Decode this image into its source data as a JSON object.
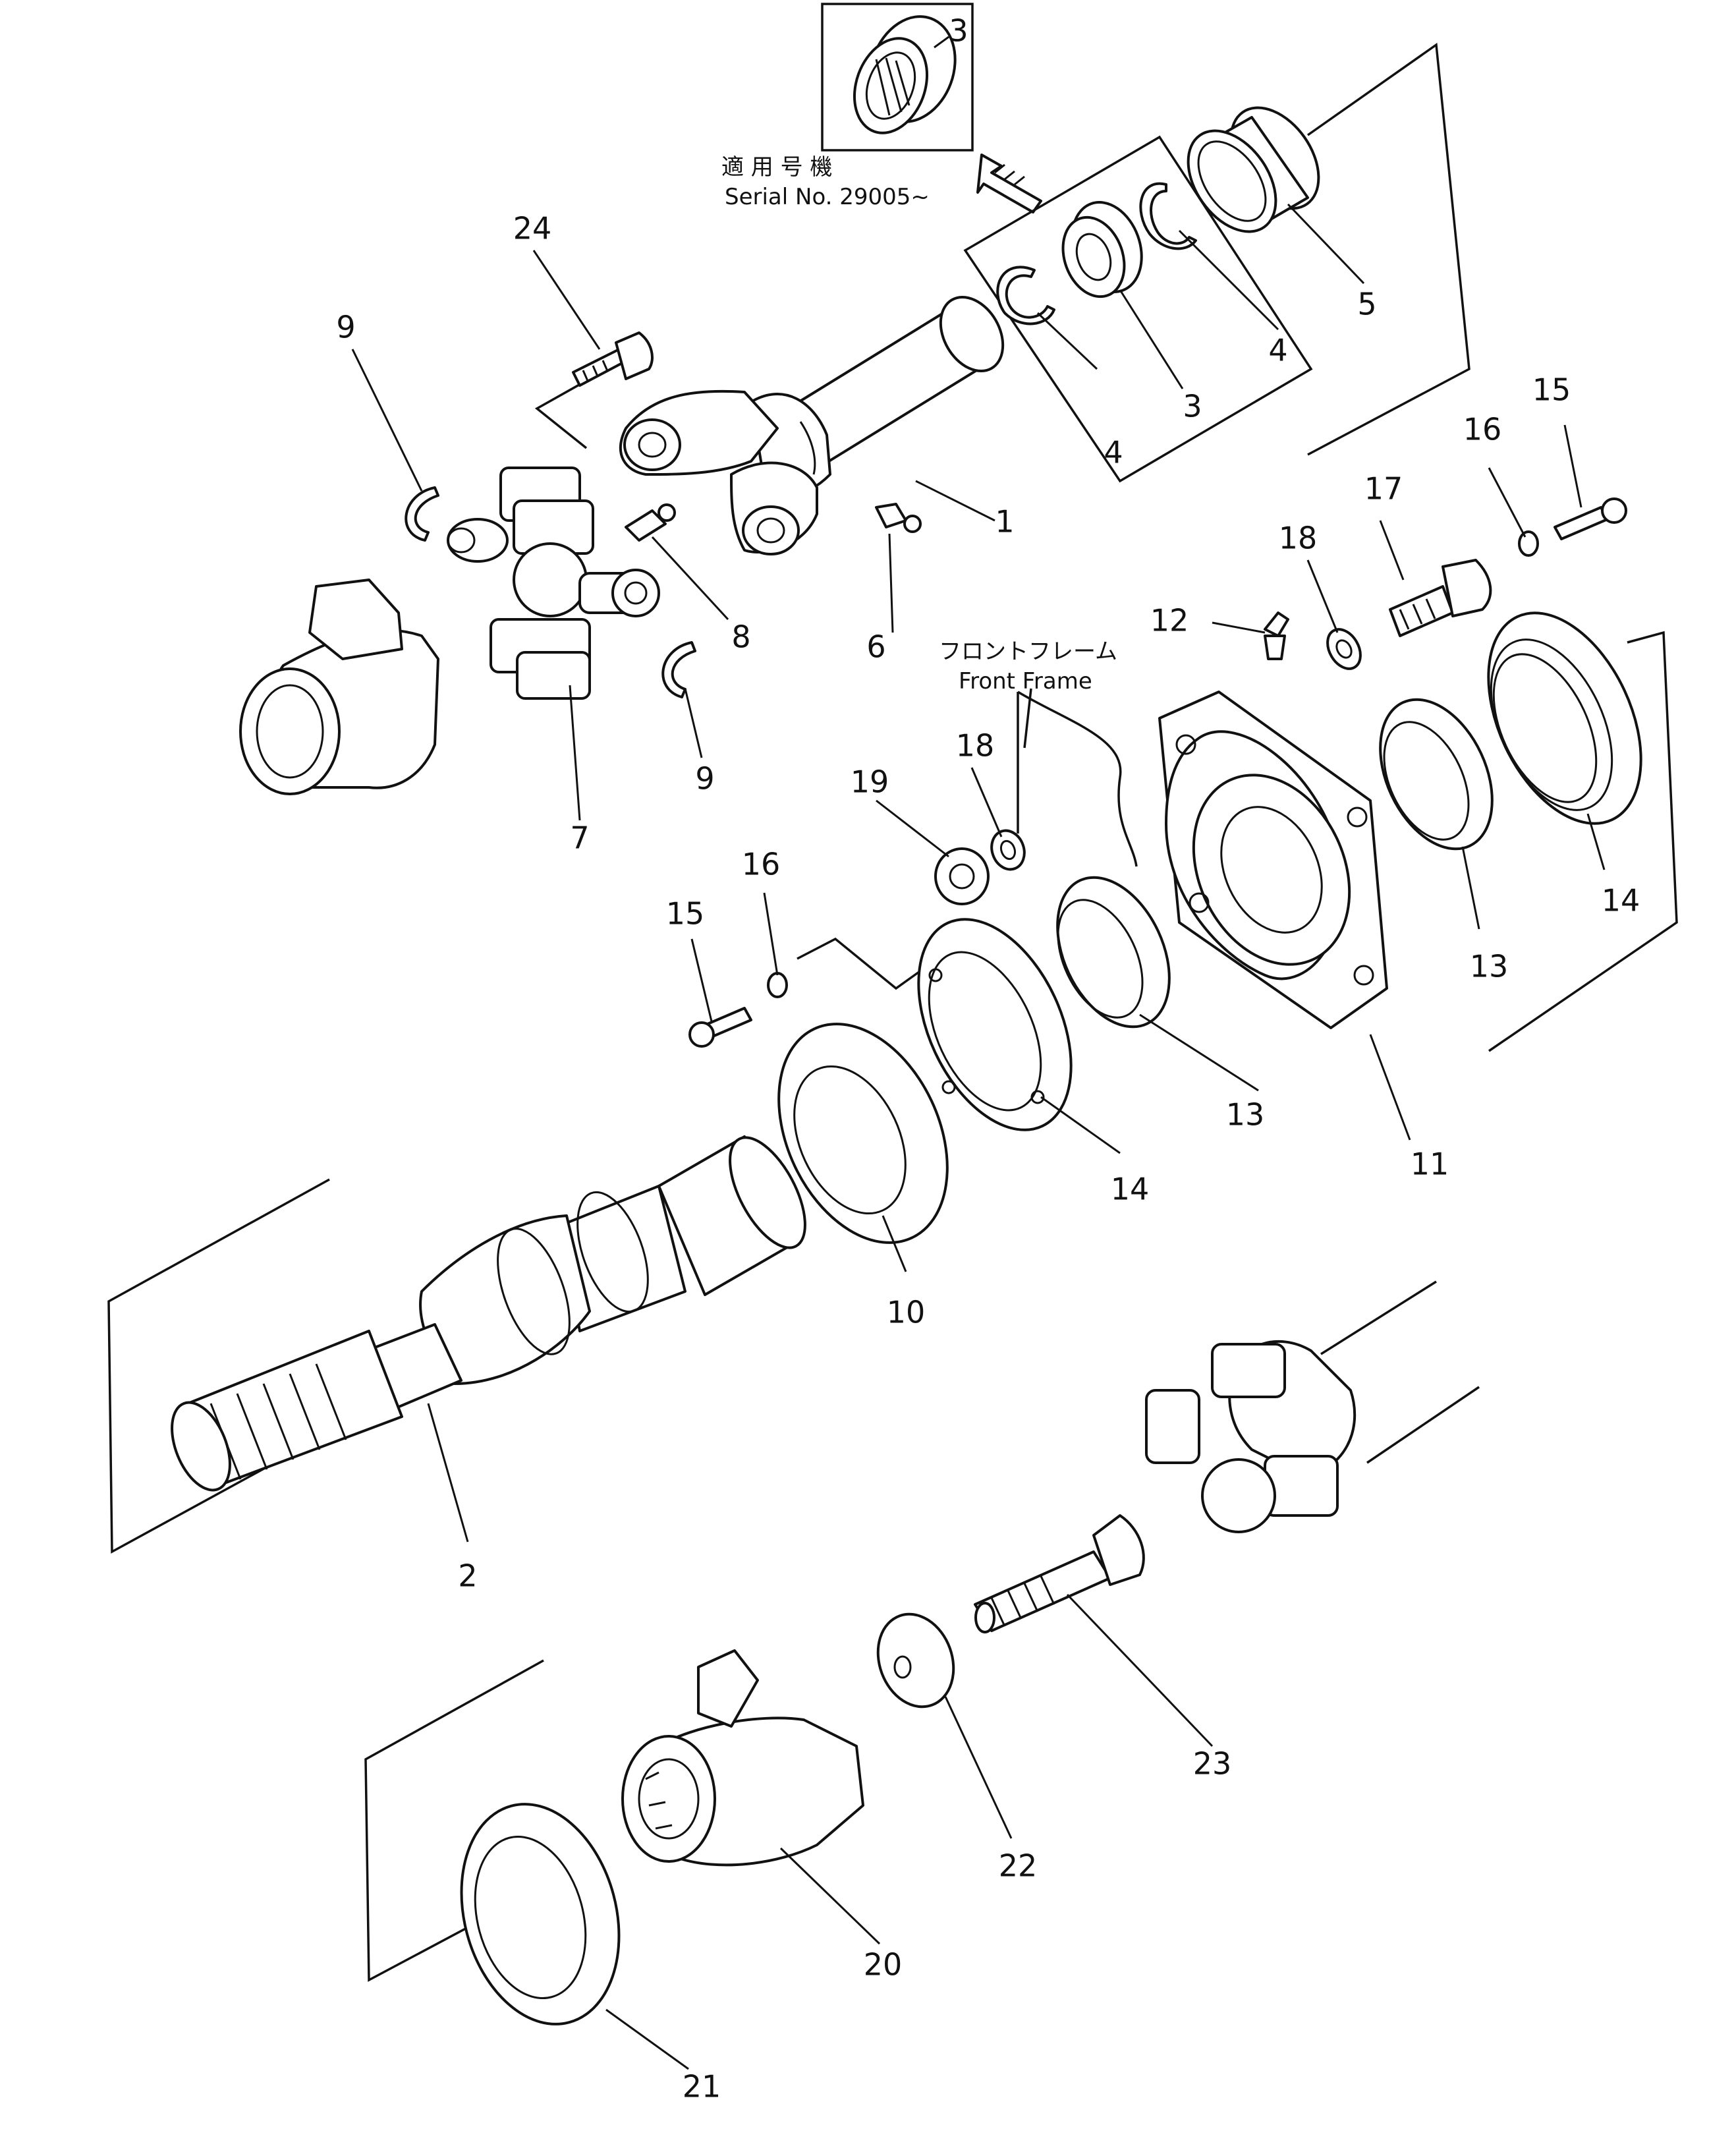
{
  "serial_note": {
    "japanese": "適 用 号 機",
    "english": "Serial No. 29005~"
  },
  "front_frame": {
    "japanese": "フロントフレーム",
    "english": "Front Frame"
  },
  "inset_label": "3",
  "labels": {
    "p1": "1",
    "p2": "2",
    "p3": "3",
    "p4a": "4",
    "p4b": "4",
    "p5": "5",
    "p6": "6",
    "p7": "7",
    "p8": "8",
    "p9a": "9",
    "p9b": "9",
    "p10": "10",
    "p11": "11",
    "p12": "12",
    "p13a": "13",
    "p13b": "13",
    "p14a": "14",
    "p14b": "14",
    "p15a": "15",
    "p15b": "15",
    "p16a": "16",
    "p16b": "16",
    "p17": "17",
    "p18a": "18",
    "p18b": "18",
    "p19": "19",
    "p20": "20",
    "p21": "21",
    "p22": "22",
    "p23": "23",
    "p24": "24"
  }
}
